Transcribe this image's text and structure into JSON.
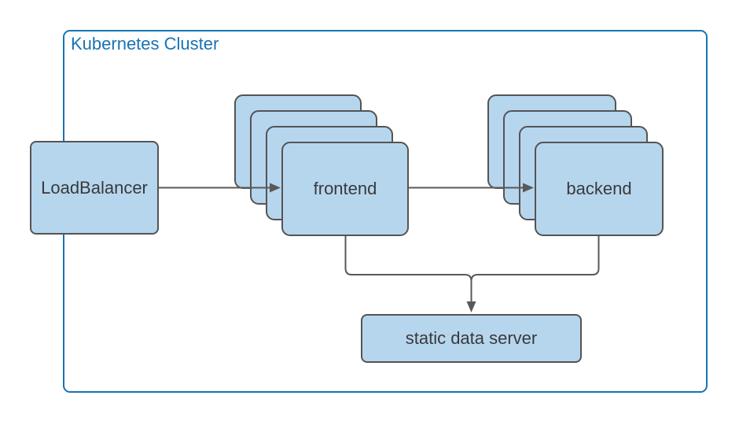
{
  "cluster": {
    "label": "Kubernetes Cluster"
  },
  "nodes": {
    "loadbalancer": {
      "label": "LoadBalancer"
    },
    "frontend": {
      "label": "frontend",
      "replica_cards": 4
    },
    "backend": {
      "label": "backend",
      "replica_cards": 4
    },
    "static_data_server": {
      "label": "static data server"
    }
  },
  "edges": [
    {
      "from": "loadbalancer",
      "to": "frontend",
      "arrow": true
    },
    {
      "from": "frontend",
      "to": "backend",
      "arrow": true
    },
    {
      "from": "frontend",
      "to": "static_data_server",
      "arrow": true
    },
    {
      "from": "backend",
      "to": "static_data_server",
      "arrow": true
    }
  ],
  "colors": {
    "cluster_border": "#1774b5",
    "cluster_label": "#1774b5",
    "node_fill": "#b6d6ee",
    "node_border": "#545454",
    "node_text": "#3a3a3a",
    "edge_line": "#595959",
    "background": "#ffffff"
  }
}
